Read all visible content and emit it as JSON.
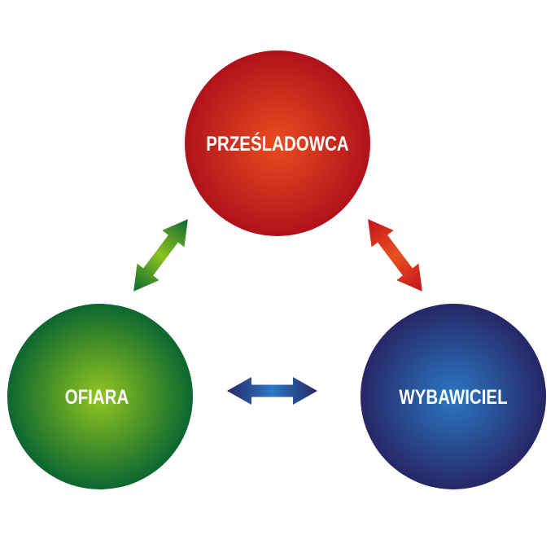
{
  "nodes": {
    "persecutor": {
      "label": "PRZEŚLADOWCA",
      "color_center": "#ea4d1f",
      "color_edge": "#b0121c"
    },
    "victim": {
      "label": "OFIARA",
      "color_center": "#93c61f",
      "color_edge": "#0b6631"
    },
    "rescuer": {
      "label": "WYBAWICIEL",
      "color_center": "#2b78c4",
      "color_edge": "#272766"
    }
  },
  "arrows": [
    {
      "from": "victim",
      "to": "persecutor",
      "type": "bidirectional",
      "color": "green"
    },
    {
      "from": "persecutor",
      "to": "rescuer",
      "type": "bidirectional",
      "color": "red"
    },
    {
      "from": "victim",
      "to": "rescuer",
      "type": "bidirectional",
      "color": "blue"
    }
  ]
}
